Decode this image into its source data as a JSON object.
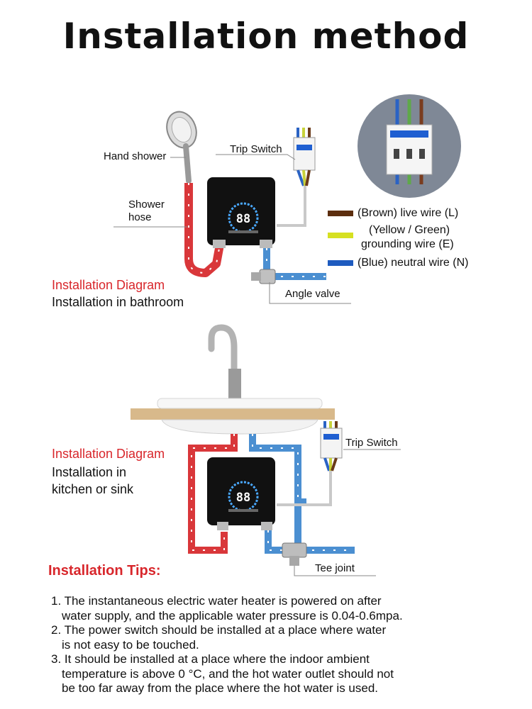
{
  "title": "Installation method",
  "bathroom": {
    "labels": {
      "hand_shower": "Hand shower",
      "shower_hose_line1": "Shower",
      "shower_hose_line2": "hose",
      "trip_switch": "Trip Switch",
      "angle_valve": "Angle valve"
    },
    "caption_title": "Installation Diagram",
    "caption_sub": "Installation in bathroom"
  },
  "legend": {
    "items": [
      {
        "color": "#5c2e0e",
        "line1": "(Brown) live wire (L)",
        "line2": ""
      },
      {
        "color": "#d6e021",
        "line1": "(Yellow / Green)",
        "line2": "grounding wire (E)"
      },
      {
        "color": "#1e5bbf",
        "line1": "(Blue) neutral wire (N)",
        "line2": ""
      }
    ]
  },
  "kitchen": {
    "labels": {
      "trip_switch": "Trip Switch",
      "tee_joint": "Tee joint"
    },
    "caption_title": "Installation Diagram",
    "caption_sub_line1": "Installation in",
    "caption_sub_line2": "kitchen or sink"
  },
  "tips": {
    "title": "Installation Tips:",
    "items": [
      {
        "line1": "1. The instantaneous electric water heater is powered on after",
        "line2": "water supply, and the applicable water pressure is 0.04-0.6mpa.",
        "line3": ""
      },
      {
        "line1": "2. The power switch should be installed at a place where water",
        "line2": "is not easy to be touched.",
        "line3": ""
      },
      {
        "line1": "3. It should be installed at a place where the indoor ambient",
        "line2": "temperature is above 0 °C, and the hot water outlet should not",
        "line3": "be too far away from the place where the hot water is used."
      }
    ]
  },
  "heater_display": "88",
  "colors": {
    "hot_pipe": "#d9373a",
    "cold_pipe": "#4b8fd1",
    "accent_red": "#d8262b",
    "heater_body": "#111111"
  }
}
